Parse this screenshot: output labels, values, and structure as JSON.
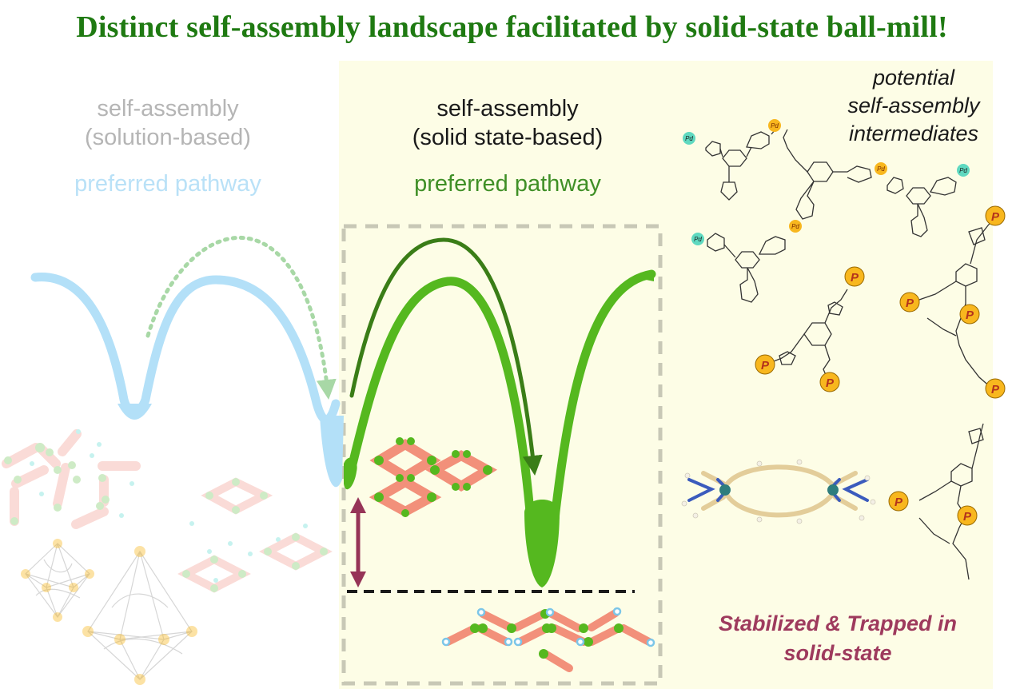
{
  "title": "Distinct self-assembly landscape facilitated by solid-state ball-mill!",
  "left": {
    "heading_line1": "self-assembly",
    "heading_line2": "(solution-based)",
    "pathway": "preferred pathway"
  },
  "middle": {
    "heading_line1": "self-assembly",
    "heading_line2": "(solid state-based)",
    "pathway": "preferred pathway"
  },
  "right": {
    "intermediates_line1": "potential",
    "intermediates_line2": "self-assembly",
    "intermediates_line3": "intermediates",
    "trapped_line1": "Stabilized & Trapped in",
    "trapped_line2": "solid-state"
  },
  "badges": {
    "pd": "Pd",
    "p": "P"
  },
  "colors": {
    "title": "#1f7a12",
    "solution_curve": "#b3e0f8",
    "solid_curve": "#55b81f",
    "solid_arrow": "#3a7d17",
    "dotted_arrow": "#a8d8a6",
    "energy_arrow": "#963457",
    "linker": "#f2907a",
    "node": "#55b81f",
    "p_badge": "#f8b71e",
    "pd_badge": "#5fd9c0",
    "trapped_text": "#9e3a5d",
    "panel_background": "#fdfde6"
  }
}
